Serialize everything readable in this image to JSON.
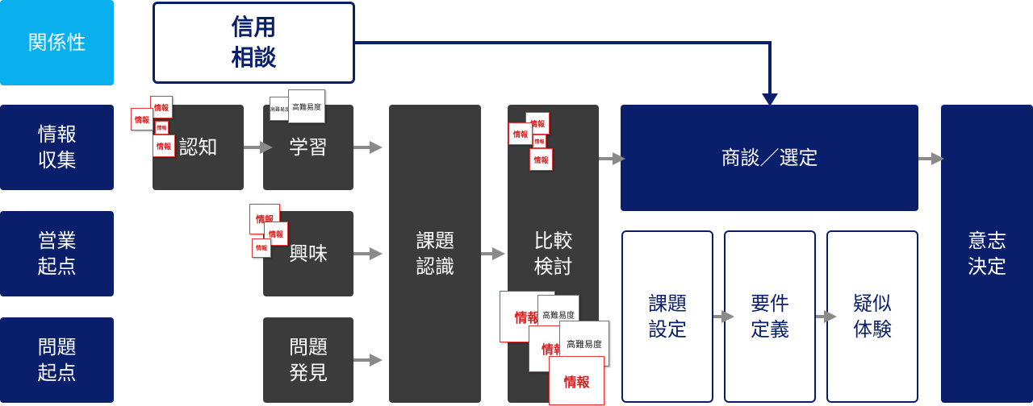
{
  "rows": {
    "relation": "関係性",
    "info": "情報\n収集",
    "sales": "営業\n起点",
    "problem": "問題\n起点"
  },
  "credit": "信用\n相談",
  "stages": {
    "awareness": "認知",
    "learning": "学習",
    "interest": "興味",
    "discovery": "問題\n発見",
    "recognition": "課題\n認識",
    "comparison": "比較\n検討",
    "negotiation": "商談／選定",
    "decision": "意志\n決定"
  },
  "sub_stages": {
    "issue_setting": "課題\n設定",
    "requirements": "要件\n定義",
    "simulation": "疑似\n体験"
  },
  "cards": {
    "info": "情報",
    "difficulty": "高難易度"
  },
  "colors": {
    "navy": "#0a1f6b",
    "light_blue": "#0ab0ee",
    "dark_gray": "#3b3b3b",
    "red": "#e23a3a",
    "arrow_gray": "#8a8a8a"
  }
}
